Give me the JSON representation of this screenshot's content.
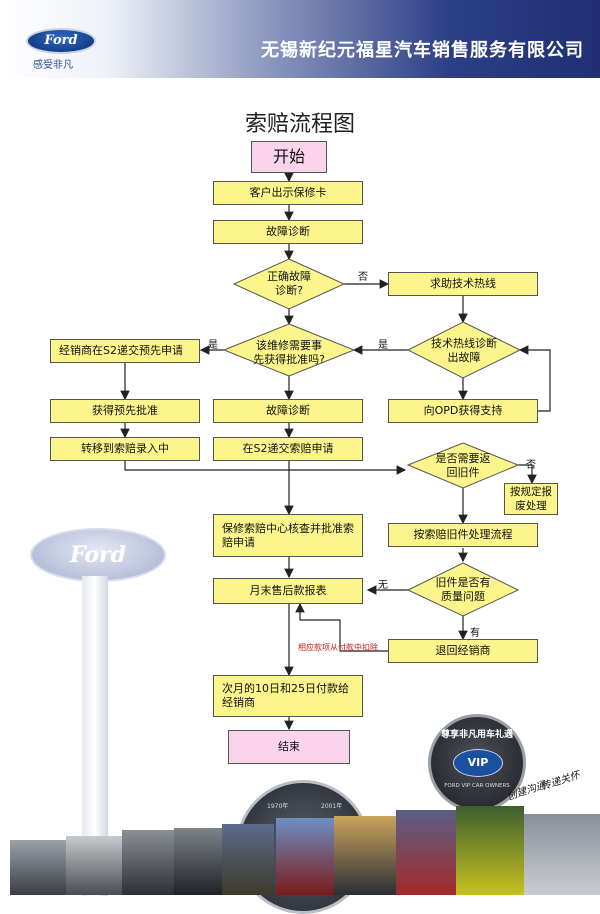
{
  "header": {
    "brand_logo_text": "Ford",
    "tagline": "感受非凡",
    "company": "无锡新纪元福星汽车销售服务有限公司"
  },
  "title": "索赔流程图",
  "flow": {
    "start": "开始",
    "show_card": "客户出示保修卡",
    "fault_diag": "故障诊断",
    "correct_diag": "正确故障诊断?",
    "tech_hotline": "求助技术热线",
    "need_preapproval": "该维修需要事先获得批准吗?",
    "hotline_diag": "技术热线诊断出故障",
    "dealer_s2": "经销商在S2递交预先申请",
    "get_approval": "获得预先批准",
    "fault_diag2": "故障诊断",
    "opd_support": "向OPD获得支持",
    "transfer_entry": "转移到索赔录入中",
    "s2_claim": "在S2递交索赔申请",
    "need_return": "是否需要返回旧件",
    "scrap": "按规定报废处理",
    "center_review": "保修索赔中心核查并批准索赔申请",
    "old_part_flow": "按索赔旧件处理流程",
    "month_report": "月末售后款报表",
    "quality_issue": "旧件是否有质量问题",
    "return_dealer": "退回经销商",
    "pay": "次月的10日和25日付款给经销商",
    "end": "结束"
  },
  "labels": {
    "no1": "否",
    "yes1": "是",
    "yes2": "是",
    "no2": "否",
    "no3": "无",
    "yes3": "有",
    "deduct_note": "相应款项从付款中扣除"
  },
  "decor": {
    "pole_logo": "Ford",
    "badge_title": "尊享非凡用车礼遇",
    "badge_vip": "VIP",
    "badge_sub": "FORD VIP CAR OWNERS",
    "slogan1": "创建沟通",
    "slogan2": "传递关怀",
    "year1": "1970年",
    "year2": "2001年"
  }
}
